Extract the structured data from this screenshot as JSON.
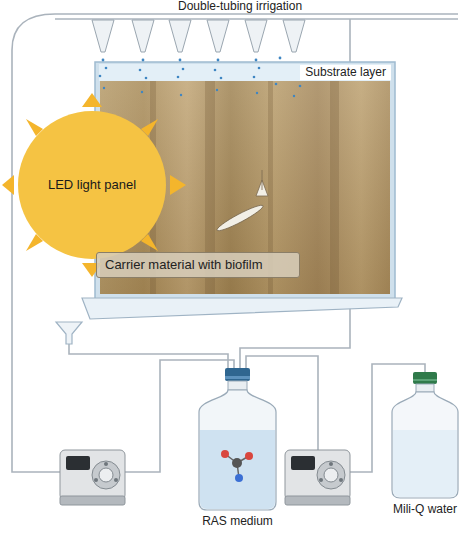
{
  "diagram": {
    "nodes": [
      {
        "text": [
          "Substrate layer"
        ]
      },
      {
        "text": [
          "LED light panel"
        ]
      },
      {
        "text": [
          "Carrier material with biofilm"
        ]
      },
      {
        "text": [
          "RAS medium"
        ]
      },
      {
        "text": [
          "Mili-Q water"
        ]
      }
    ],
    "edges": [
      {
        "from": 4,
        "to": 3,
        "arrow": "none"
      }
    ],
    "labels": [
      "Double-tubing irrigation"
    ]
  }
}
